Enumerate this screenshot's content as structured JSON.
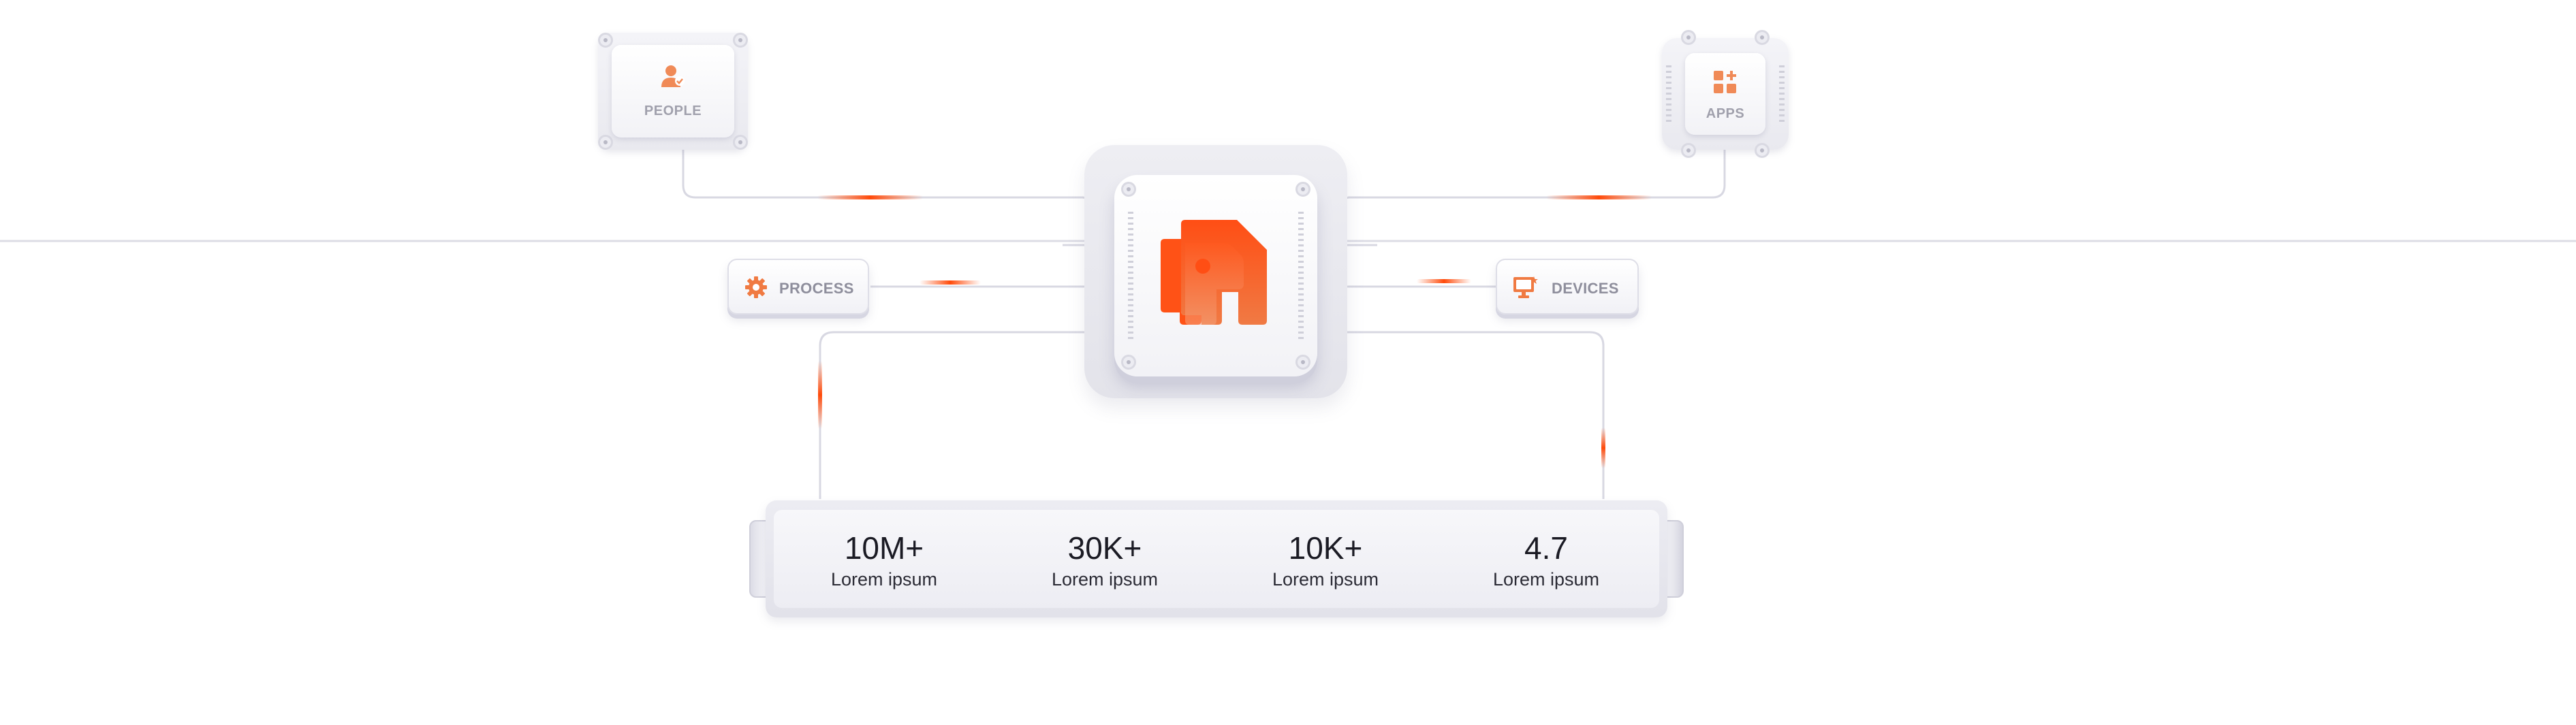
{
  "nodes": {
    "people": {
      "label": "PEOPLE",
      "icon": "person-icon"
    },
    "apps": {
      "label": "APPS",
      "icon": "apps-grid-icon"
    },
    "process": {
      "label": "PROCESS",
      "icon": "gear-icon"
    },
    "devices": {
      "label": "DEVICES",
      "icon": "monitor-icon"
    },
    "core": {
      "icon": "brand-logo-icon"
    }
  },
  "stats": [
    {
      "value": "10M+",
      "label": "Lorem ipsum"
    },
    {
      "value": "30K+",
      "label": "Lorem ipsum"
    },
    {
      "value": "10K+",
      "label": "Lorem ipsum"
    },
    {
      "value": "4.7",
      "label": "Lorem ipsum"
    }
  ],
  "colors": {
    "accent": "#ff5a1f",
    "accent_light": "#f4a078",
    "wire": "#d6d6e0",
    "chip_bg": "#ececf2",
    "label_gray": "#a0a0ac"
  }
}
